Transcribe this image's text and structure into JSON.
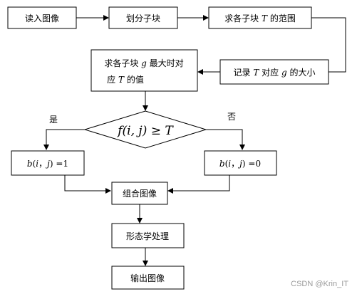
{
  "nodes": {
    "read_image": "读入图像",
    "divide_blocks": "划分子块",
    "find_T_range_prefix": "求各子块 ",
    "find_T_range_var": "T",
    "find_T_range_suffix": " 的范围",
    "max_g_line1_prefix": "求各子块 ",
    "max_g_line1_var": "g",
    "max_g_line1_suffix": " 最大时对",
    "max_g_line2_prefix": "应 ",
    "max_g_line2_var": "T",
    "max_g_line2_suffix": " 的值",
    "record_prefix": "记录 ",
    "record_var1": "T",
    "record_mid": " 对应 ",
    "record_var2": "g",
    "record_suffix": " 的大小",
    "condition_f": "f",
    "condition_args": "(i, j)",
    "condition_op": " ≥ ",
    "condition_T": "T",
    "b1_b": "b",
    "b1_open": "(",
    "b1_i": "i",
    "b1_sep": "，",
    "b1_j": "j",
    "b1_close": ") =1",
    "b0_b": "b",
    "b0_open": "(",
    "b0_i": "i",
    "b0_sep": "，",
    "b0_j": "j",
    "b0_close": ") =0",
    "combine_image": "组合图像",
    "morphology": "形态学处理",
    "output_image": "输出图像"
  },
  "branch_labels": {
    "yes": "是",
    "no": "否"
  },
  "watermark": "CSDN @Krin_IT"
}
